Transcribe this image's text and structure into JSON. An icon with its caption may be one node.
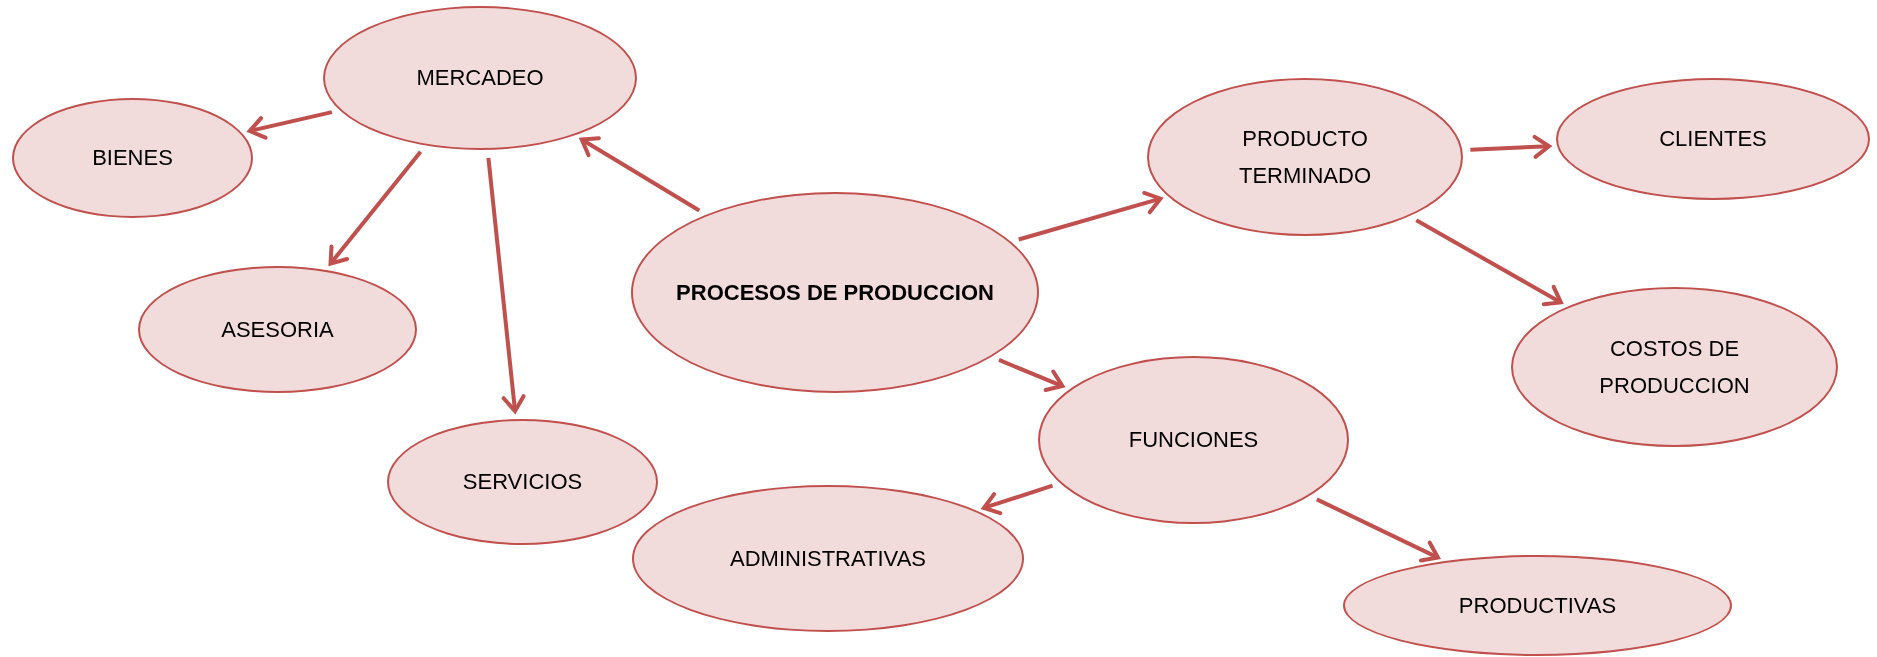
{
  "diagram": {
    "nodes": [
      {
        "text": [
          "MERCADEO"
        ]
      },
      {
        "text": [
          "BIENES"
        ]
      },
      {
        "text": [
          "ASESORIA"
        ]
      },
      {
        "text": [
          "SERVICIOS"
        ]
      },
      {
        "text": [
          "PROCESOS DE PRODUCCION"
        ]
      },
      {
        "text": [
          "PRODUCTO TERMINADO"
        ]
      },
      {
        "text": [
          "CLIENTES"
        ]
      },
      {
        "text": [
          "COSTOS DE PRODUCCION"
        ]
      },
      {
        "text": [
          "FUNCIONES"
        ]
      },
      {
        "text": [
          "ADMINISTRATIVAS"
        ]
      },
      {
        "text": [
          "PRODUCTIVAS"
        ]
      }
    ],
    "edges": [
      {
        "from": 4,
        "to": 0,
        "arrow": "to"
      },
      {
        "from": 0,
        "to": 1,
        "arrow": "to"
      },
      {
        "from": 0,
        "to": 2,
        "arrow": "to"
      },
      {
        "from": 0,
        "to": 3,
        "arrow": "to"
      },
      {
        "from": 4,
        "to": 5,
        "arrow": "to"
      },
      {
        "from": 5,
        "to": 6,
        "arrow": "to"
      },
      {
        "from": 5,
        "to": 7,
        "arrow": "to"
      },
      {
        "from": 4,
        "to": 8,
        "arrow": "to"
      },
      {
        "from": 8,
        "to": 9,
        "arrow": "to"
      },
      {
        "from": 8,
        "to": 10,
        "arrow": "to"
      }
    ]
  }
}
